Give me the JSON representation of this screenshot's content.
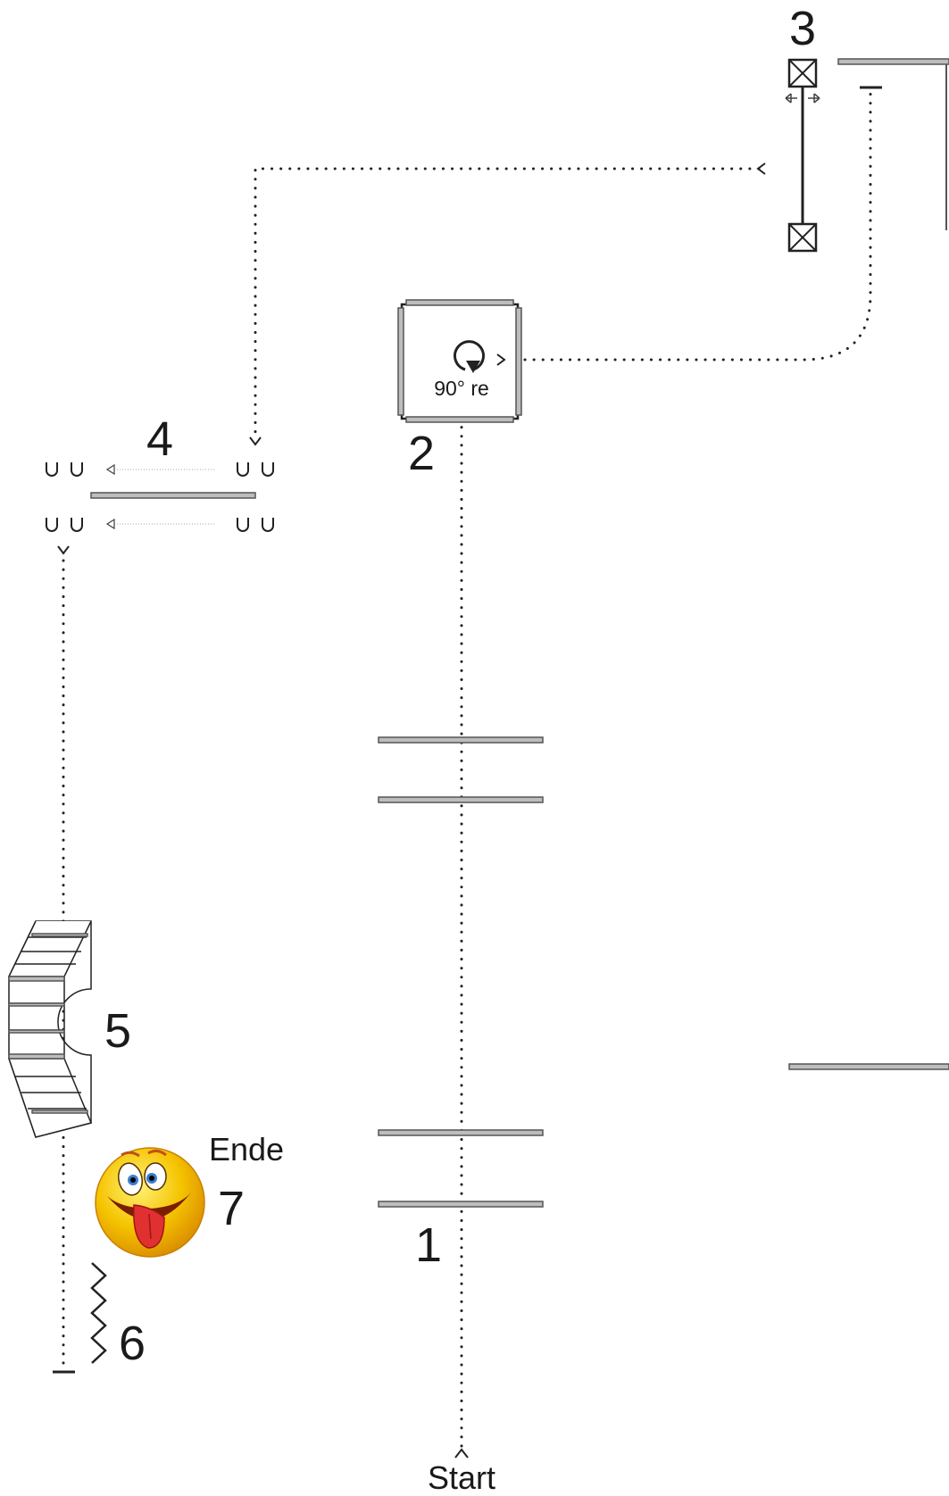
{
  "labels": {
    "n1": "1",
    "n2": "2",
    "n3": "3",
    "n4": "4",
    "n5": "5",
    "n6": "6",
    "n7": "7",
    "start": "Start",
    "ende": "Ende",
    "rotation": "90° re"
  },
  "icons": {
    "rotate": "rotate-clockwise-icon",
    "smiley": "tongue-out-smiley-icon",
    "spring": "zigzag-spring-icon",
    "crossbox": "crossed-box-icon",
    "horseshoe": "horseshoe-pair-icon"
  },
  "colors": {
    "bar_fill": "#bdbdbd",
    "line": "#222222",
    "smiley_yellow": "#f5c400",
    "tongue": "#e03030"
  }
}
